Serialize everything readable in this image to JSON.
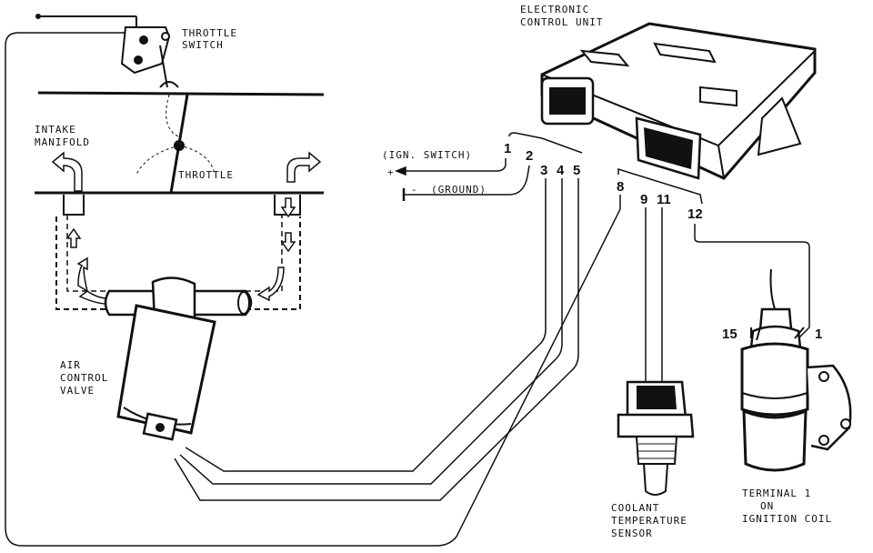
{
  "labels": {
    "throttle_switch": [
      "THROTTLE",
      "SWITCH"
    ],
    "ecu": [
      "ELECTRONIC",
      "CONTROL UNIT"
    ],
    "intake_manifold": [
      "INTAKE",
      "MANIFOLD"
    ],
    "throttle": "THROTTLE",
    "ign_switch": "(IGN. SWITCH)",
    "plus": "+",
    "minus": "-",
    "ground": "(GROUND)",
    "air_control_valve": [
      "AIR",
      "CONTROL",
      "VALVE"
    ],
    "coolant_sensor": [
      "COOLANT",
      "TEMPERATURE",
      "SENSOR"
    ],
    "terminal": [
      "TERMINAL 1",
      "ON",
      "IGNITION COIL"
    ]
  },
  "pins": {
    "p1": "1",
    "p2": "2",
    "p3": "3",
    "p4": "4",
    "p5": "5",
    "p8": "8",
    "p9": "9",
    "p11": "11",
    "p12": "12",
    "coil15": "15",
    "coil1": "1"
  }
}
